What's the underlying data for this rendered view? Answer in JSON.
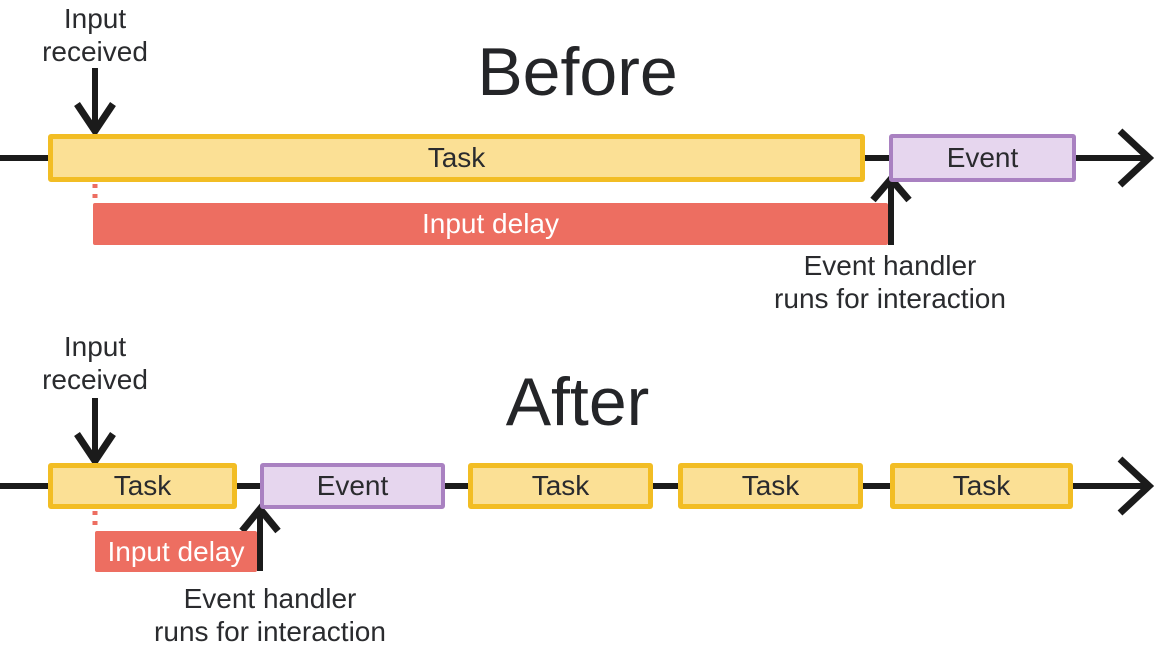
{
  "colors": {
    "task-fill": "#FBE095",
    "task-border": "#F2BD24",
    "event-fill": "#E6D6EE",
    "event-border": "#A981C1",
    "delay-fill": "#ED6E61",
    "delay-text": "#FFFFFF",
    "line": "#1B1B1B",
    "text": "#2A2B2E",
    "bg": "#FFFFFF"
  },
  "before": {
    "title": "Before",
    "input_label": "Input received",
    "task_label": "Task",
    "event_label": "Event",
    "delay_label": "Input delay",
    "handler_line1": "Event handler",
    "handler_line2": "runs for interaction"
  },
  "after": {
    "title": "After",
    "input_label": "Input received",
    "task_labels": [
      "Task",
      "Task",
      "Task",
      "Task"
    ],
    "event_label": "Event",
    "delay_label": "Input delay",
    "handler_line1": "Event handler",
    "handler_line2": "runs for interaction"
  }
}
